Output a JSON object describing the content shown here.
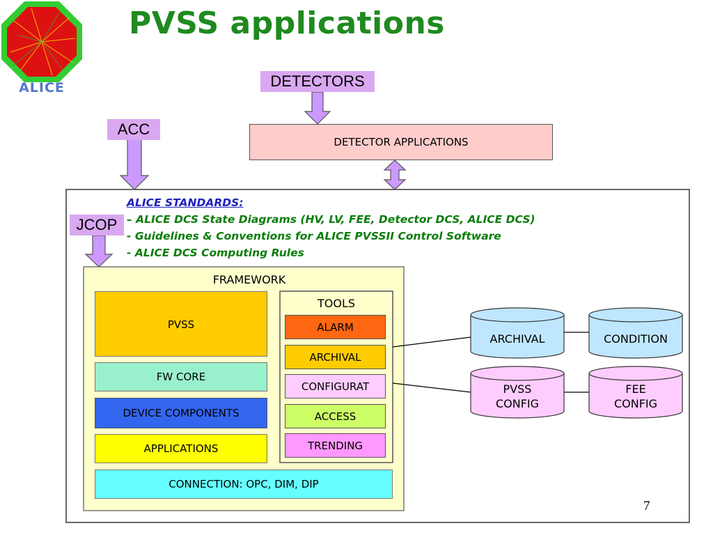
{
  "title": "PVSS applications",
  "logo": {
    "text": "ALICE"
  },
  "labels": {
    "detectors": "DETECTORS",
    "acc": "ACC",
    "jcop": "JCOP"
  },
  "detector_applications": "DETECTOR APPLICATIONS",
  "standards": {
    "heading": "ALICE STANDARDS:",
    "items": [
      "– ALICE DCS State Diagrams (HV, LV, FEE, Detector DCS, ALICE DCS)",
      "- Guidelines & Conventions for ALICE PVSSII Control Software",
      "- ALICE DCS Computing Rules"
    ]
  },
  "framework": {
    "title": "FRAMEWORK",
    "blocks": [
      {
        "label": "PVSS",
        "color": "#ffcc00"
      },
      {
        "label": "FW CORE",
        "color": "#99f0cc"
      },
      {
        "label": "DEVICE COMPONENTS",
        "color": "#3366ee"
      },
      {
        "label": "APPLICATIONS",
        "color": "#ffff00"
      }
    ],
    "connection": {
      "label": "CONNECTION: OPC, DIM, DIP",
      "color": "#66ffff"
    }
  },
  "tools": {
    "title": "TOOLS",
    "items": [
      {
        "label": "ALARM",
        "color": "#ff6611"
      },
      {
        "label": "ARCHIVAL",
        "color": "#ffcc00"
      },
      {
        "label": "CONFIGURAT",
        "color": "#ffccff"
      },
      {
        "label": "ACCESS",
        "color": "#ccff66"
      },
      {
        "label": "TRENDING",
        "color": "#ff99ff"
      }
    ]
  },
  "databases": [
    {
      "line1": "ARCHIVAL",
      "line2": "",
      "color": "#bfe6ff"
    },
    {
      "line1": "CONDITION",
      "line2": "",
      "color": "#bfe6ff"
    },
    {
      "line1": "PVSS",
      "line2": "CONFIG",
      "color": "#ffccff"
    },
    {
      "line1": "FEE",
      "line2": "CONFIG",
      "color": "#ffccff"
    }
  ],
  "page_number": "7"
}
